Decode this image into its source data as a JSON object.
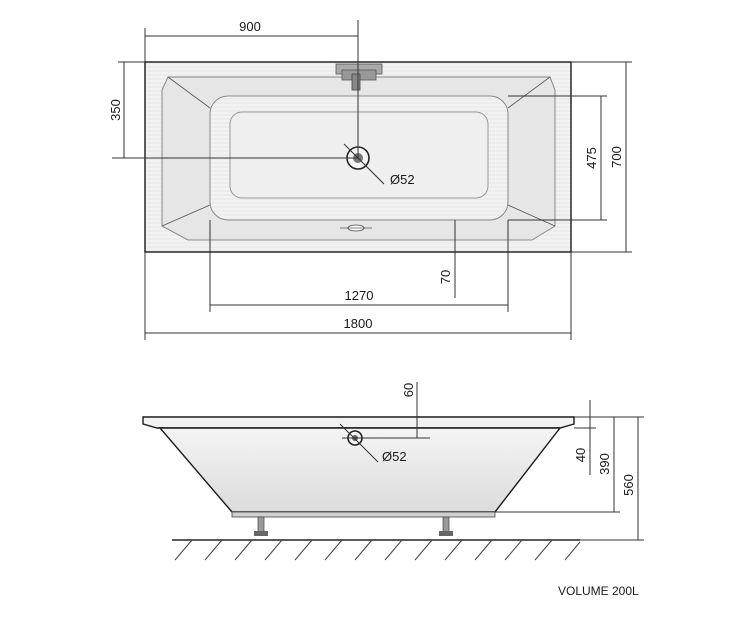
{
  "top_view": {
    "dim_width": "900",
    "dim_depth_left": "350",
    "dim_inner_depth": "475",
    "dim_outer_depth": "700",
    "dim_drain": "Ø52",
    "dim_offset": "70",
    "dim_inner_length": "1270",
    "dim_total_length": "1800"
  },
  "side_view": {
    "dim_top_offset": "60",
    "dim_drain": "Ø52",
    "dim_rim": "40",
    "dim_depth": "390",
    "dim_height": "560"
  },
  "volume_label": "VOLUME 200L",
  "colors": {
    "line": "#1a1a1a",
    "fill": "#eeeeee"
  }
}
